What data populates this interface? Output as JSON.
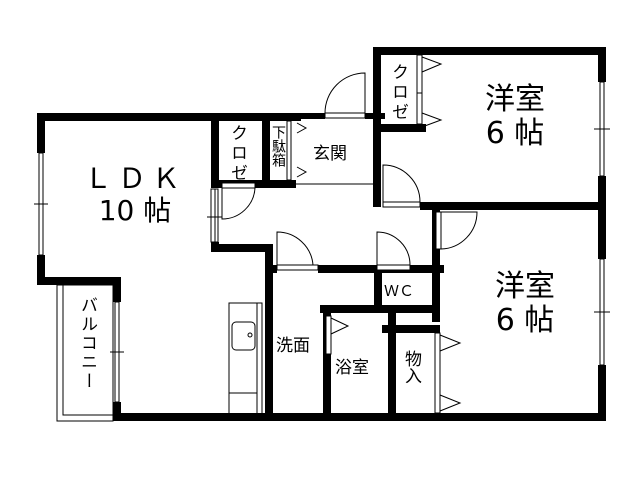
{
  "floor_plan": {
    "rooms": {
      "ldk": {
        "name": "ＬＤＫ",
        "size": "10 帖"
      },
      "western_room_1": {
        "name": "洋室",
        "size": "6 帖"
      },
      "western_room_2": {
        "name": "洋室",
        "size": "6 帖"
      },
      "closet_1": {
        "name": "クロゼ"
      },
      "closet_2": {
        "name": "クロゼ"
      },
      "shoe_box": {
        "name": "下駄箱"
      },
      "entrance": {
        "name": "玄関"
      },
      "washroom": {
        "name": "洗面"
      },
      "bathroom": {
        "name": "浴室"
      },
      "toilet": {
        "name": "ＷＣ"
      },
      "storage": {
        "name": "物入"
      },
      "balcony": {
        "name": "バルコニー"
      }
    },
    "colors": {
      "wall": "#000000",
      "background": "#ffffff"
    }
  }
}
